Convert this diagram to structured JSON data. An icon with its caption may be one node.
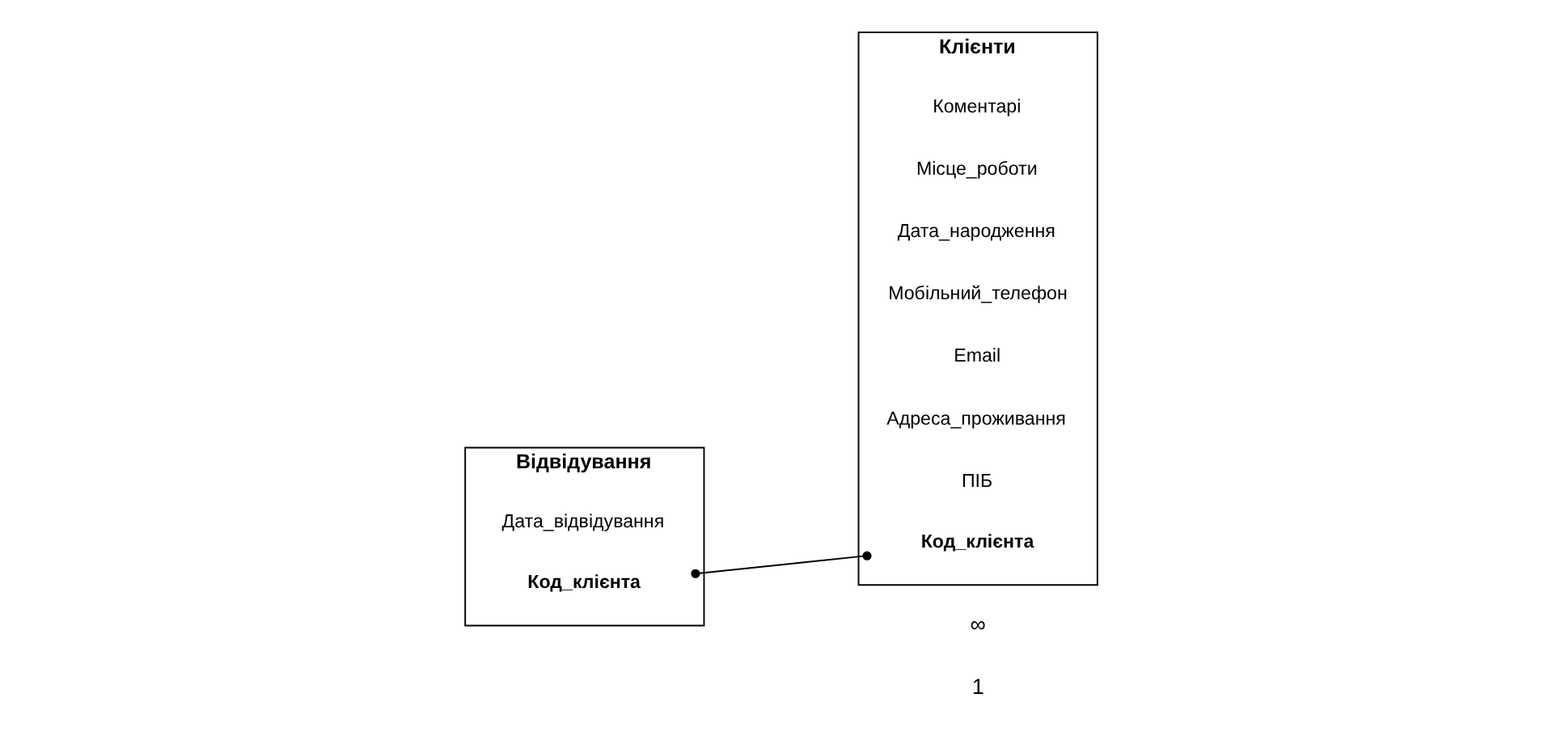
{
  "diagram": {
    "nodes": [
      {
        "text": [
          "Відвідування"
        ]
      },
      {
        "text": [
          "Код_клієнта"
        ],
        "in": 0
      },
      {
        "text": [
          "Дата_відвідування"
        ],
        "in": 0
      },
      {
        "text": [
          "Клієнти"
        ]
      },
      {
        "text": [
          "Код_клієнта"
        ],
        "in": 3
      },
      {
        "text": [
          "ПІБ"
        ],
        "in": 3
      },
      {
        "text": [
          "Адреса_проживання"
        ],
        "in": 3
      },
      {
        "text": [
          "Email"
        ],
        "in": 3
      },
      {
        "text": [
          "Мобільний_телефон"
        ],
        "in": 3
      },
      {
        "text": [
          "Дата_народження"
        ],
        "in": 3
      },
      {
        "text": [
          "Місце_роботи"
        ],
        "in": 3
      },
      {
        "text": [
          "Коментарі"
        ],
        "in": 3
      }
    ],
    "edges": [
      {
        "from": 1,
        "to": 4,
        "arrow": "other"
      }
    ],
    "labels": [
      "∞",
      "1"
    ]
  }
}
